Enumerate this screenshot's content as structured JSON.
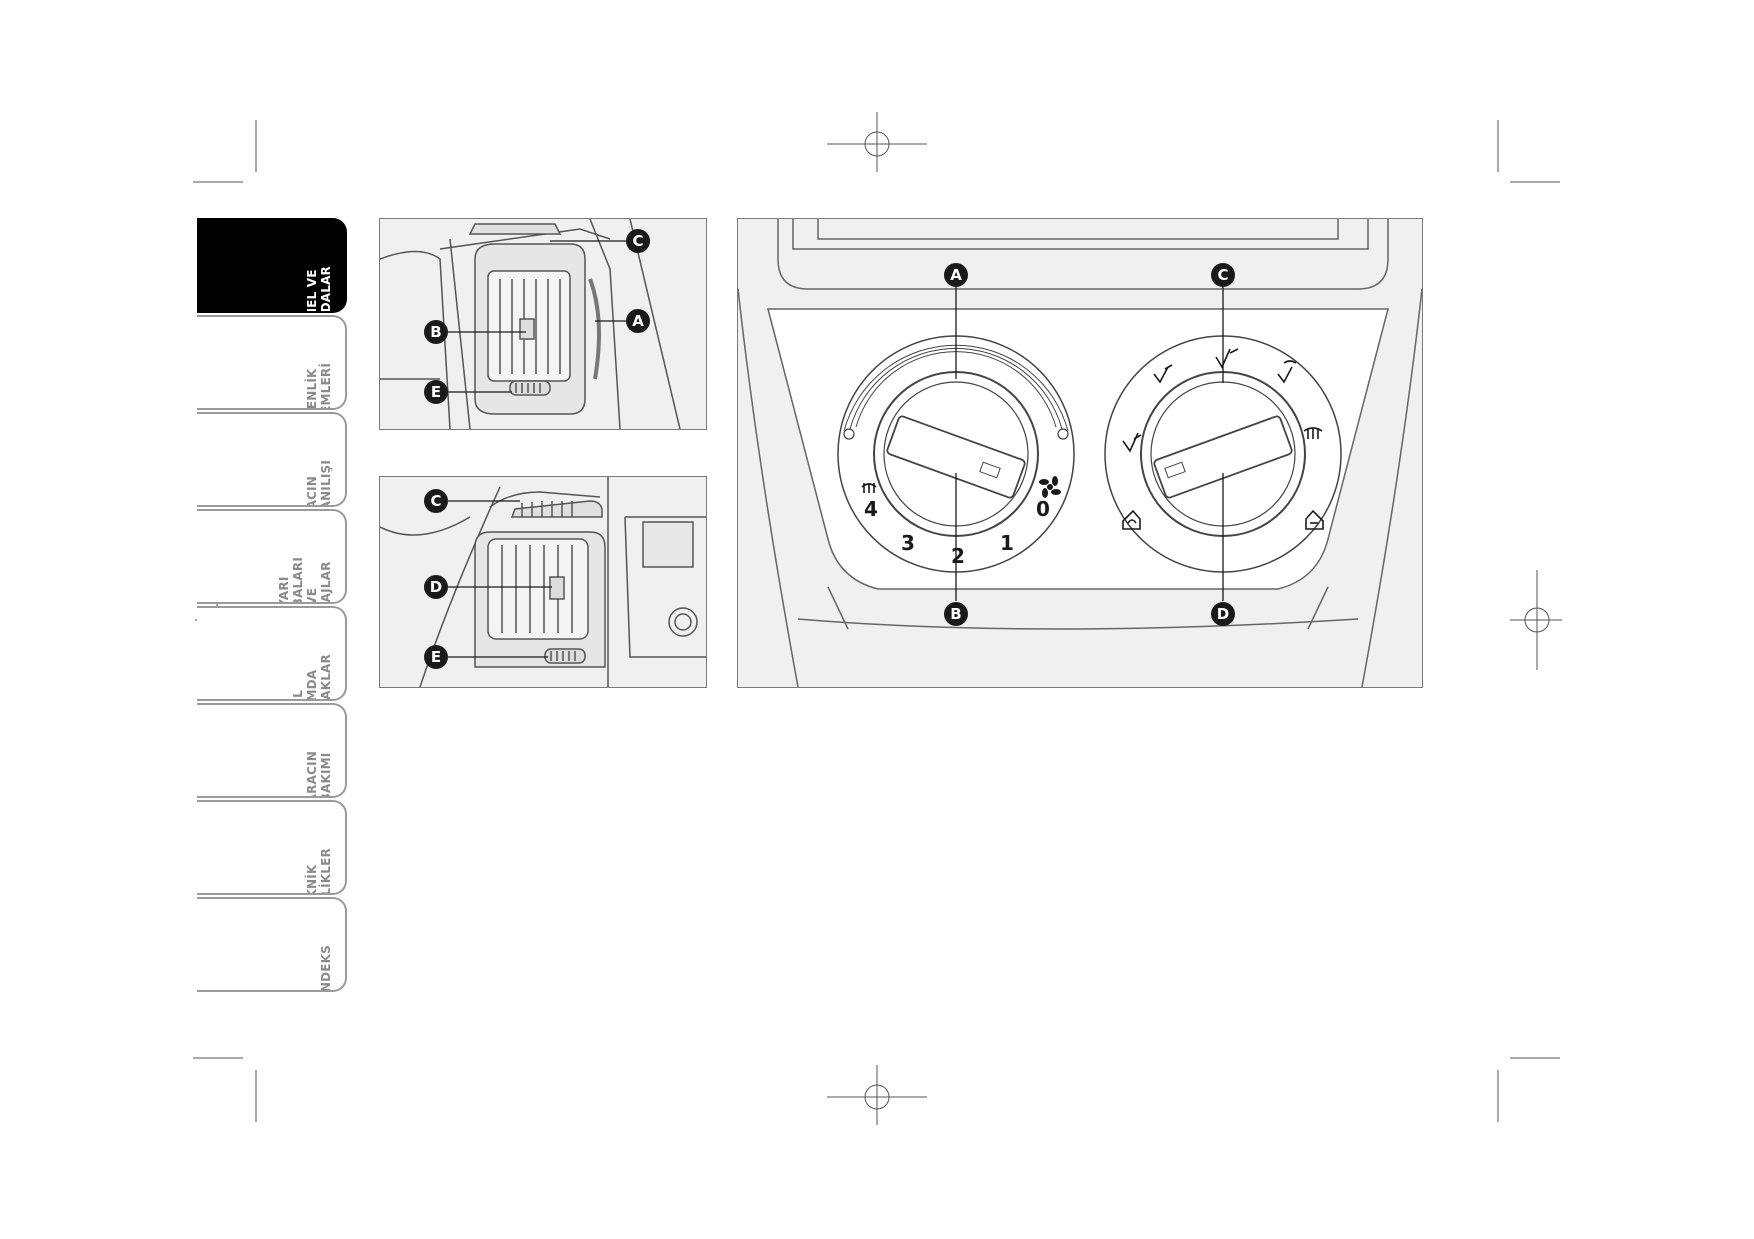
{
  "tabs": [
    {
      "label": "ÖN PANEL VE\nKUMANDALAR",
      "active": true
    },
    {
      "label": "GÜVENLİK\nSİSTEMLERİ",
      "active": false
    },
    {
      "label": "ARACIN\nKULLANILIŞI",
      "active": false
    },
    {
      "label": "UYARI\nLAMBALARI VE\nMESAJLAR",
      "active": false
    },
    {
      "label": "ACİL DURUMDA\nYAPILACAKLAR",
      "active": false
    },
    {
      "label": "ARACIN BAKIMI",
      "active": false
    },
    {
      "label": "TEKNİK\nÖZELLİKLER",
      "active": false
    },
    {
      "label": "İNDEKS",
      "active": false
    }
  ],
  "figure_top_vent": {
    "callouts": {
      "c": "C",
      "a": "A",
      "b": "B",
      "e": "E"
    }
  },
  "figure_bottom_vent": {
    "callouts": {
      "c": "C",
      "d": "D",
      "e": "E"
    }
  },
  "figure_controls": {
    "callouts": {
      "a": "A",
      "b": "B",
      "c": "C",
      "d": "D"
    },
    "fan_scale": {
      "s0": "0",
      "s1": "1",
      "s2": "2",
      "s3": "3",
      "s4": "4"
    }
  },
  "icons": [
    "fan-icon",
    "defrost-icon",
    "recirculation-icon",
    "fresh-air-icon",
    "face-vent-icon",
    "feet-vent-icon",
    "windshield-vent-icon",
    "registration-crosshair-icon"
  ]
}
